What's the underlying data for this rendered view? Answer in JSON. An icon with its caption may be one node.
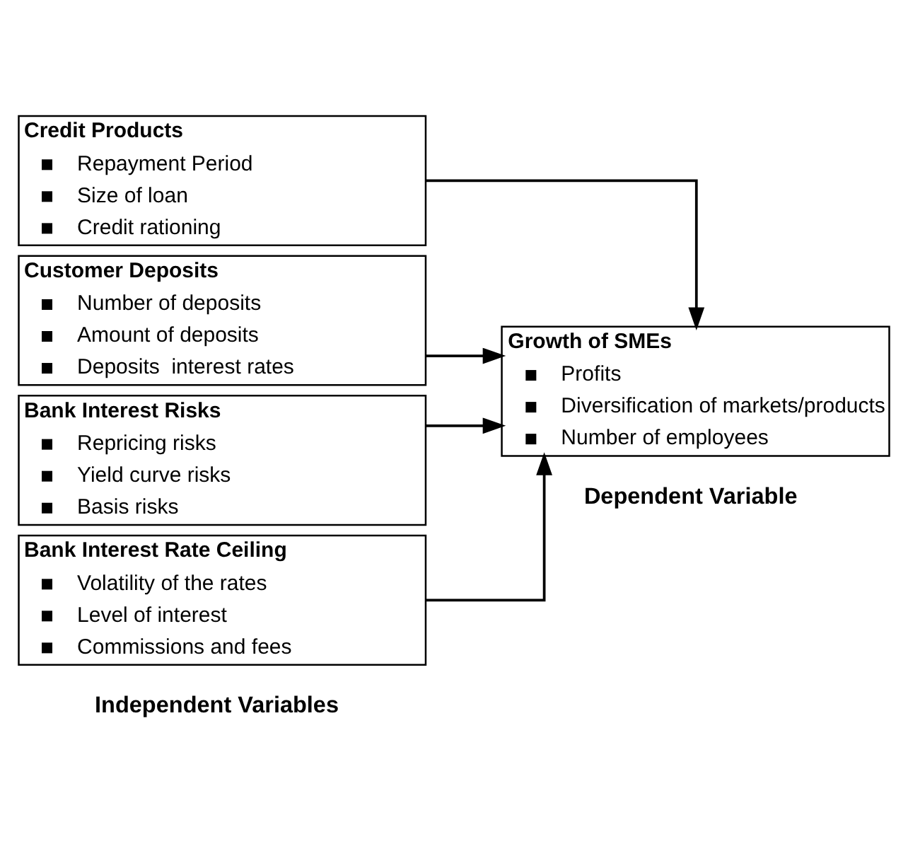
{
  "diagram": {
    "nodes": [
      {
        "text": [
          "Credit Products",
          "Repayment Period",
          "Size of loan",
          "Credit rationing"
        ]
      },
      {
        "text": [
          "Customer Deposits",
          "Number of deposits",
          "Amount of deposits",
          "Deposits  interest rates"
        ]
      },
      {
        "text": [
          "Bank Interest Risks",
          "Repricing risks",
          "Yield curve risks",
          "Basis risks"
        ]
      },
      {
        "text": [
          "Bank Interest Rate Ceiling",
          "Volatility of the rates",
          "Level of interest",
          "Commissions and fees"
        ]
      },
      {
        "text": [
          "Growth of SMEs",
          "Profits",
          "Diversification of markets/products",
          "Number of employees"
        ]
      }
    ],
    "edges": [
      {
        "from": 0,
        "to": 4,
        "arrow": "to"
      },
      {
        "from": 1,
        "to": 4,
        "arrow": "to"
      },
      {
        "from": 2,
        "to": 4,
        "arrow": "to"
      },
      {
        "from": 3,
        "to": 4,
        "arrow": "to"
      }
    ],
    "labels": [
      "Independent Variables",
      "Dependent Variable"
    ]
  }
}
